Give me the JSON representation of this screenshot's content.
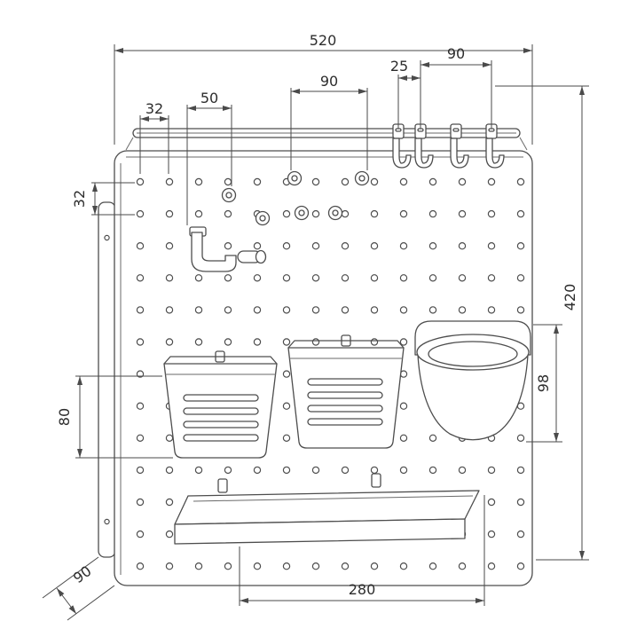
{
  "drawing": {
    "labels": {
      "total_width": "520",
      "hook_group_width": "90",
      "hook_spacing": "25",
      "peg_spacing": "90",
      "peg_offset": "50",
      "hole_spacing_horizontal": "32",
      "hole_spacing_vertical": "32",
      "board_height": "420",
      "cup_holder_height": "98",
      "basket_height": "80",
      "board_depth": "90",
      "shelf_width": "280"
    }
  }
}
